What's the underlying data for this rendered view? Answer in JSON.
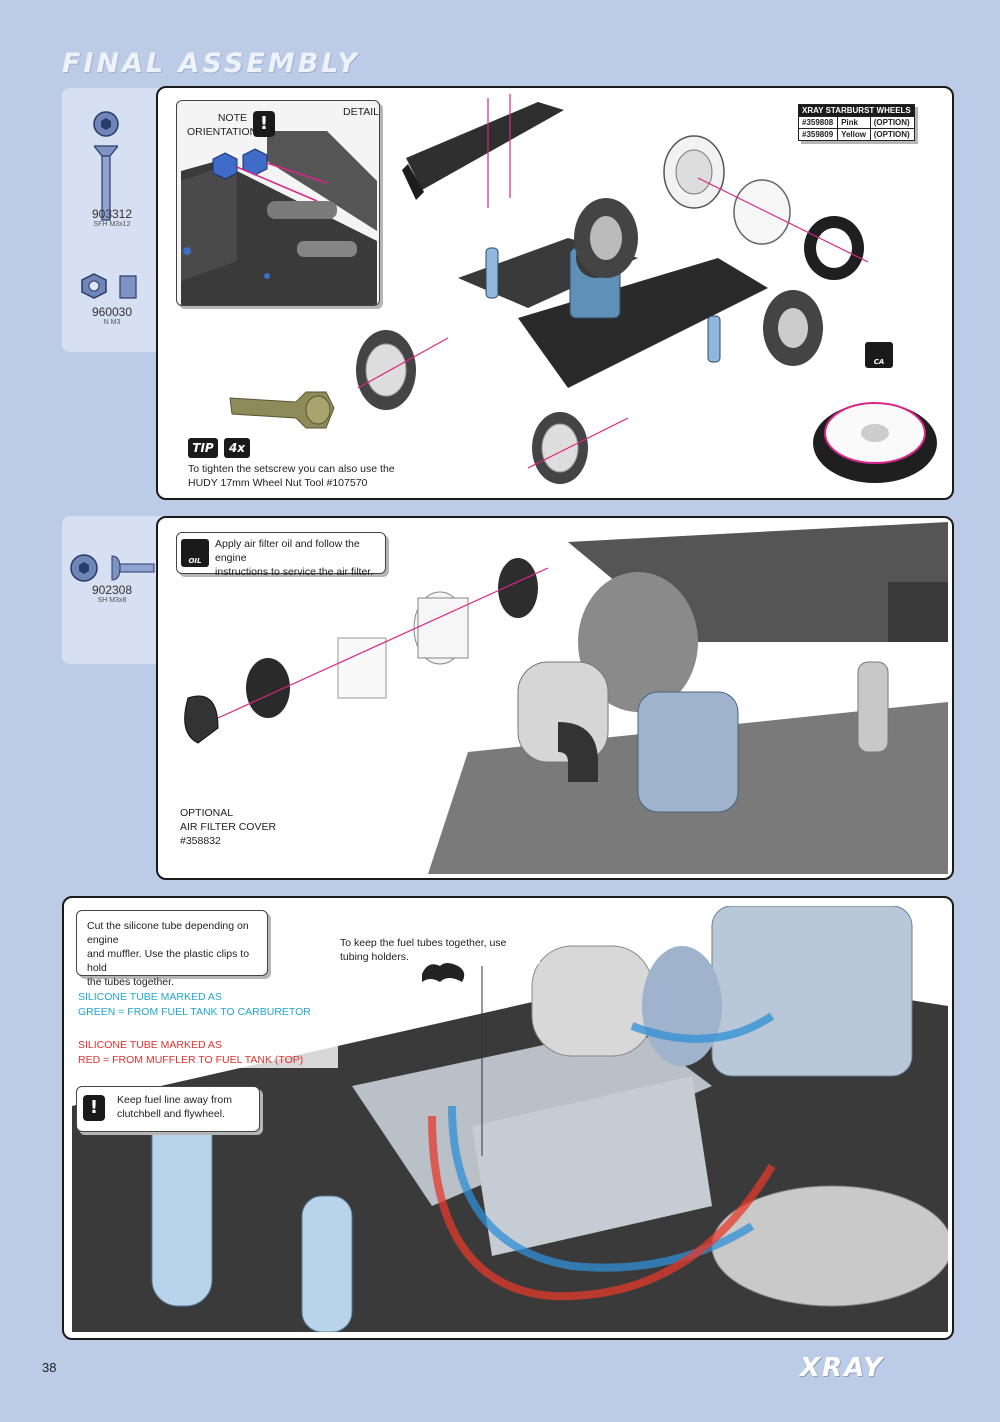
{
  "page": {
    "section_title": "FINAL ASSEMBLY",
    "page_number": "38",
    "brand": "XRAY"
  },
  "step1": {
    "parts": [
      {
        "code": "903312",
        "desc": "SFH M3x12"
      },
      {
        "code": "960030",
        "desc": "N M3"
      }
    ],
    "note_orientation": "NOTE\nORIENTATION",
    "detail_label": "DETAIL",
    "wheels_table": {
      "header": "XRAY STARBURST WHEELS",
      "rows": [
        {
          "part": "#359808",
          "color": "Pink",
          "option": "(OPTION)"
        },
        {
          "part": "#359809",
          "color": "Yellow",
          "option": "(OPTION)"
        }
      ]
    },
    "ca_label": "CA",
    "tip_label": "TIP",
    "qty_label": "4x",
    "tip_text": "To tighten the setscrew you can also use the\nHUDY 17mm Wheel Nut Tool #107570"
  },
  "step2": {
    "parts": [
      {
        "code": "902308",
        "desc": "SH M3x8"
      }
    ],
    "oil_label": "OIL",
    "oil_text": "Apply air filter oil and follow the engine\ninstructions to service the air filter.",
    "optional_text": "OPTIONAL\nAIR FILTER COVER\n#358832"
  },
  "step3": {
    "cut_text": "Cut the silicone tube depending on engine\nand muffler. Use the plastic clips to hold\nthe tubes together.",
    "holders_text": "To keep the fuel tubes together, use\ntubing holders.",
    "green_note": "SILICONE TUBE MARKED AS\nGREEN = FROM FUEL TANK TO CARBURETOR",
    "red_note": "SILICONE TUBE MARKED AS\nRED = FROM MUFFLER TO FUEL TANK (TOP)",
    "keep_text": "Keep fuel line away from\nclutchbell and flywheel."
  },
  "colors": {
    "page_bg": "#bccbe6",
    "side_bg": "#d6e0f2",
    "accent_magenta": "#d6268a",
    "fuel_blue": "#2f8fd6",
    "fuel_red": "#e53a2c",
    "note_cyan": "#22a6cf",
    "note_red": "#e0312e"
  }
}
